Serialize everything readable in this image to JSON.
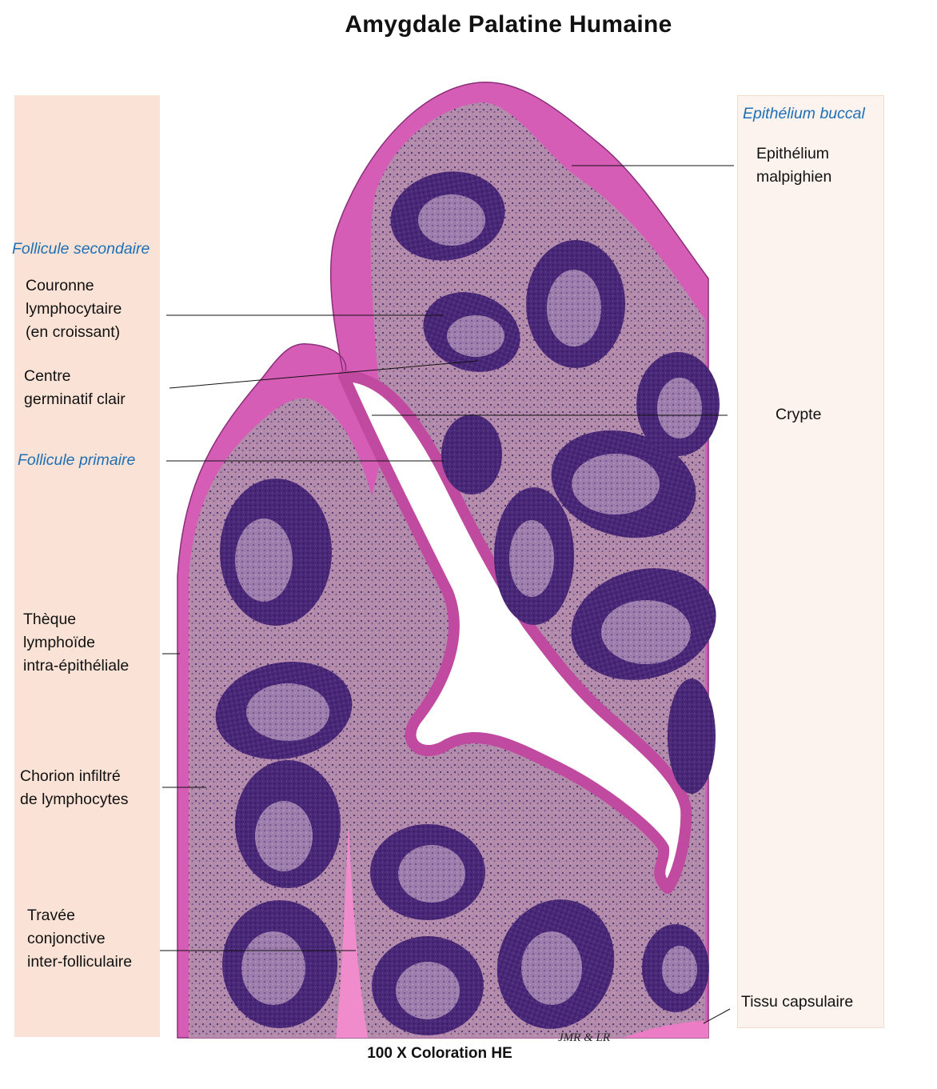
{
  "title": "Amygdale Palatine Humaine",
  "caption": "100 X Coloration HE",
  "signature": "JMR  & LR",
  "left_categories": {
    "follicule_secondaire": "Follicule secondaire",
    "follicule_primaire": "Follicule primaire"
  },
  "left_labels": {
    "couronne": [
      "Couronne",
      "lymphocytaire",
      "(en croissant)"
    ],
    "centre": [
      "Centre",
      "germinatif clair"
    ],
    "theque": [
      "Thèque",
      "lymphoïde",
      "intra-épithéliale"
    ],
    "chorion": [
      "Chorion infiltré",
      "de lymphocytes"
    ],
    "travee": [
      "Travée",
      "conjonctive",
      "inter-folliculaire"
    ]
  },
  "right_categories": {
    "epithelium_buccal": "Epithélium buccal"
  },
  "right_labels": {
    "epithelium": [
      "Epithélium",
      "malpighien"
    ],
    "crypte": "Crypte",
    "tissu": "Tissu capsulaire"
  },
  "colors": {
    "left_panel": "#fae3d6",
    "right_panel": "#fdf3ee",
    "category_text": "#1f6fb4",
    "epithelium": "#d45bb4",
    "lymphoid_tissue": "#b68fae",
    "follicle_crown": "#4b2a7a",
    "germinal_center": "#9a7aa8"
  }
}
